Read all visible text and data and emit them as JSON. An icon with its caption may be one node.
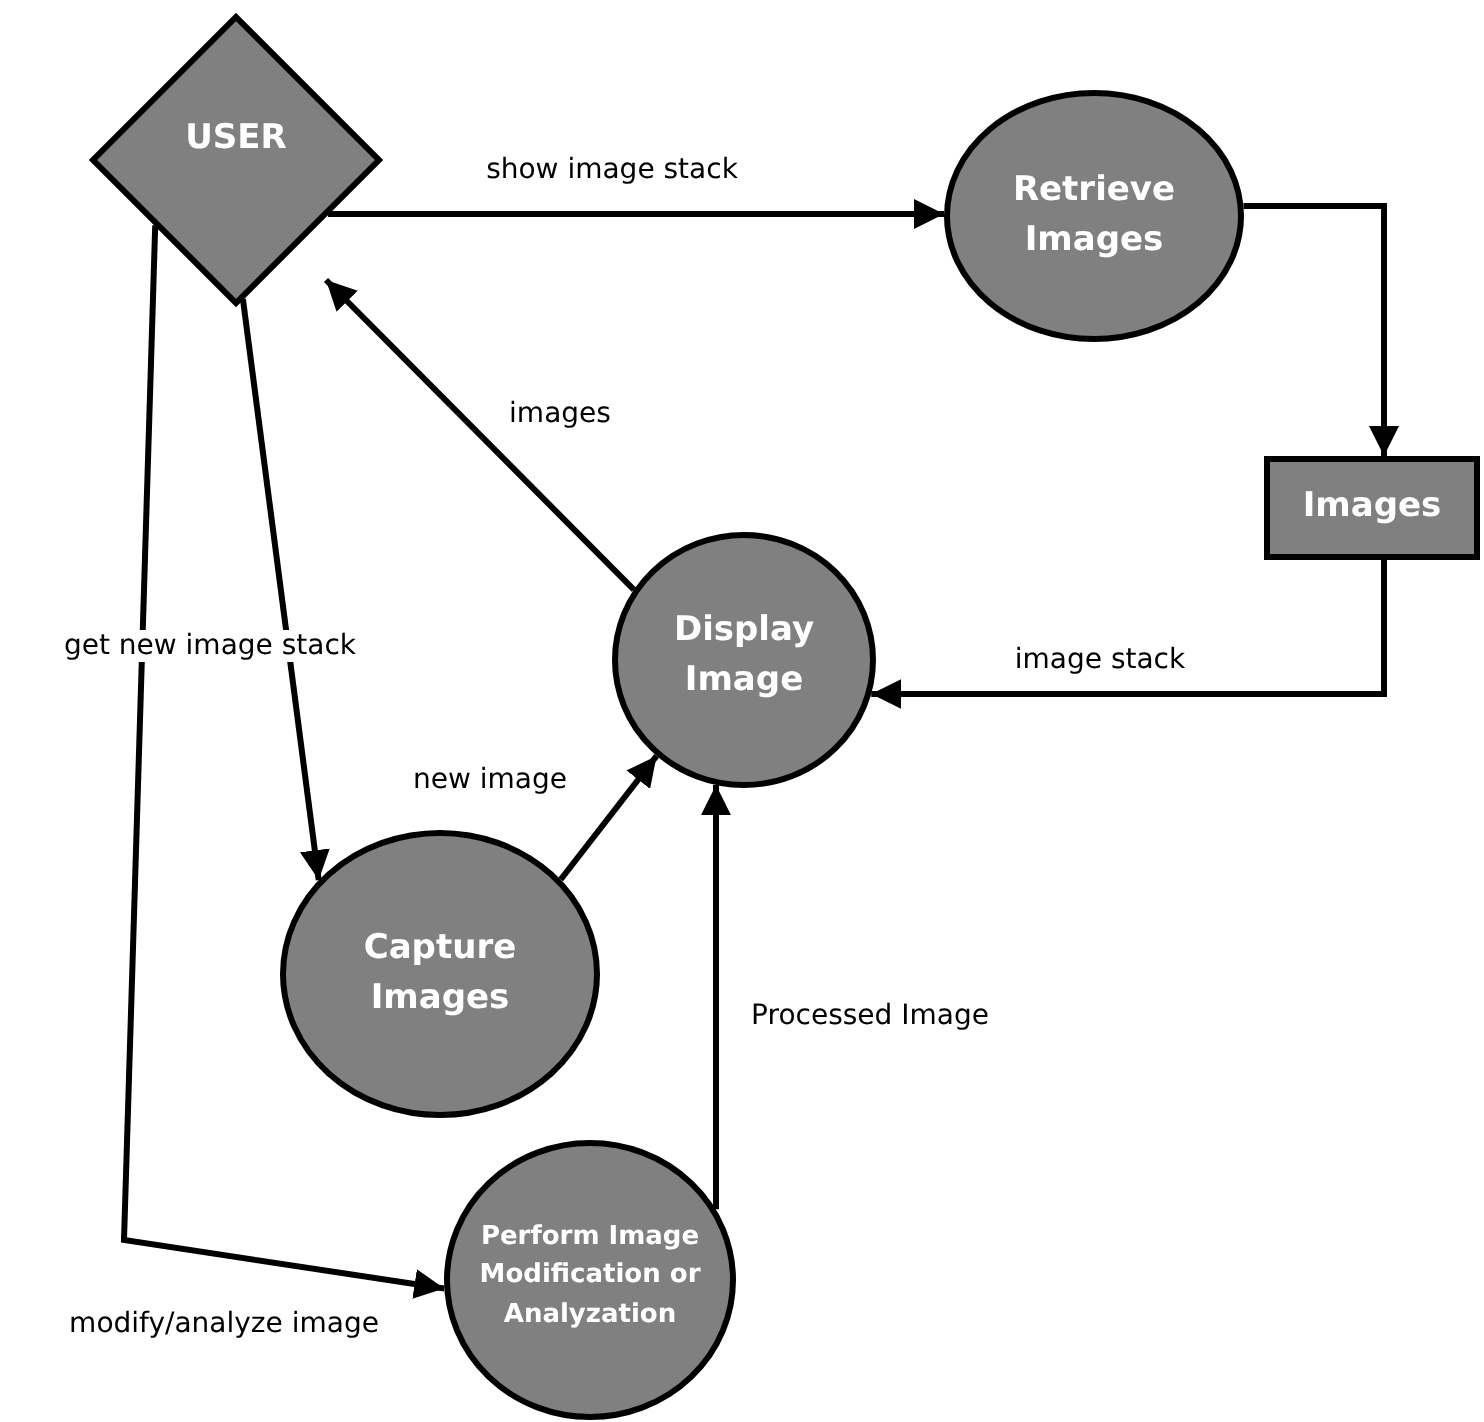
{
  "diagram": {
    "nodes": [
      {
        "text": [
          "USER"
        ]
      },
      {
        "text": [
          "Retrieve Images"
        ]
      },
      {
        "text": [
          "Images"
        ]
      },
      {
        "text": [
          "Display Image"
        ]
      },
      {
        "text": [
          "Capture Images"
        ]
      },
      {
        "text": [
          "Perform Image Modification or Analyzation"
        ]
      }
    ],
    "edges": [
      {
        "from": 0,
        "to": 1,
        "arrow": "to",
        "label": "show image stack"
      },
      {
        "from": 1,
        "to": 2,
        "arrow": "to"
      },
      {
        "from": 2,
        "to": 3,
        "arrow": "to",
        "label": "image stack"
      },
      {
        "from": 3,
        "to": 0,
        "arrow": "to",
        "label": "images"
      },
      {
        "from": 0,
        "to": 4,
        "arrow": "to",
        "label": "get new image stack"
      },
      {
        "from": 0,
        "to": 5,
        "arrow": "to",
        "label": "modify/analyze image"
      },
      {
        "from": 4,
        "to": 3,
        "arrow": "to",
        "label": "new image"
      },
      {
        "from": 5,
        "to": 3,
        "arrow": "to",
        "label": "Processed Image"
      }
    ]
  }
}
